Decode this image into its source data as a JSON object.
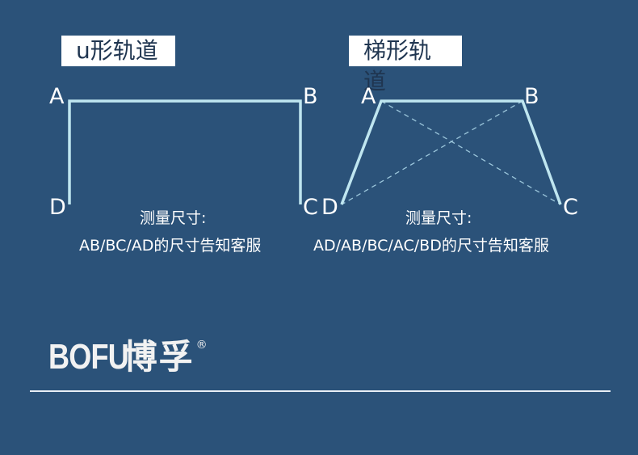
{
  "u_track": {
    "title": "u形轨道",
    "labels": {
      "a": "A",
      "b": "B",
      "c": "C",
      "d": "D"
    },
    "note_line1": "测量尺寸:",
    "note_line2": "AB/BC/AD的尺寸告知客服"
  },
  "trapezoid_track": {
    "title": "梯形轨道",
    "labels": {
      "a": "A",
      "b": "B",
      "c": "C",
      "d": "D"
    },
    "note_line1": "测量尺寸:",
    "note_line2": "AD/AB/BC/AC/BD的尺寸告知客服"
  },
  "brand": {
    "logo_text": "BOFU",
    "logo_cn": "博孚",
    "registered": "®"
  },
  "colors": {
    "background": "#2b5279",
    "track_line": "#bfe6f0",
    "diagonal_line": "#9cc7dc"
  }
}
